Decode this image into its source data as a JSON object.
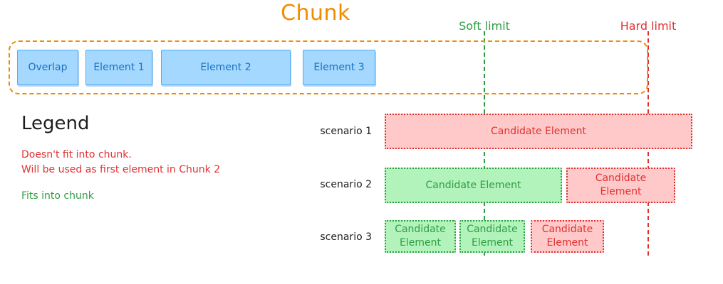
{
  "diagram": {
    "title": "Chunk",
    "limits": {
      "soft_label": "Soft limit",
      "hard_label": "Hard limit"
    },
    "chunk_elements": [
      {
        "label": "Overlap"
      },
      {
        "label": "Element 1"
      },
      {
        "label": "Element 2"
      },
      {
        "label": "Element 3"
      }
    ],
    "legend": {
      "heading": "Legend",
      "doesnt_fit": "Doesn't fit into chunk.\nWill be used as first element in Chunk 2",
      "fits": "Fits into chunk"
    },
    "scenarios": [
      {
        "label": "scenario 1",
        "boxes": [
          {
            "text": "Candidate Element",
            "state": "red"
          }
        ]
      },
      {
        "label": "scenario 2",
        "boxes": [
          {
            "text": "Candidate Element",
            "state": "green"
          },
          {
            "text": "Candidate\nElement",
            "state": "red"
          }
        ]
      },
      {
        "label": "scenario 3",
        "boxes": [
          {
            "text": "Candidate\nElement",
            "state": "green"
          },
          {
            "text": "Candidate\nElement",
            "state": "green"
          },
          {
            "text": "Candidate\nElement",
            "state": "red"
          }
        ]
      }
    ],
    "colors": {
      "chunk_orange": "#f08c00",
      "element_blue_fill": "#a5d8ff",
      "element_blue_stroke": "#4dabf7",
      "element_blue_text": "#1971c2",
      "soft_green": "#2f9e44",
      "green_fill": "#b2f2bb",
      "hard_red": "#e03131",
      "red_fill": "#ffc9c9",
      "ink": "#1e1e1e",
      "background": "#ffffff"
    }
  }
}
